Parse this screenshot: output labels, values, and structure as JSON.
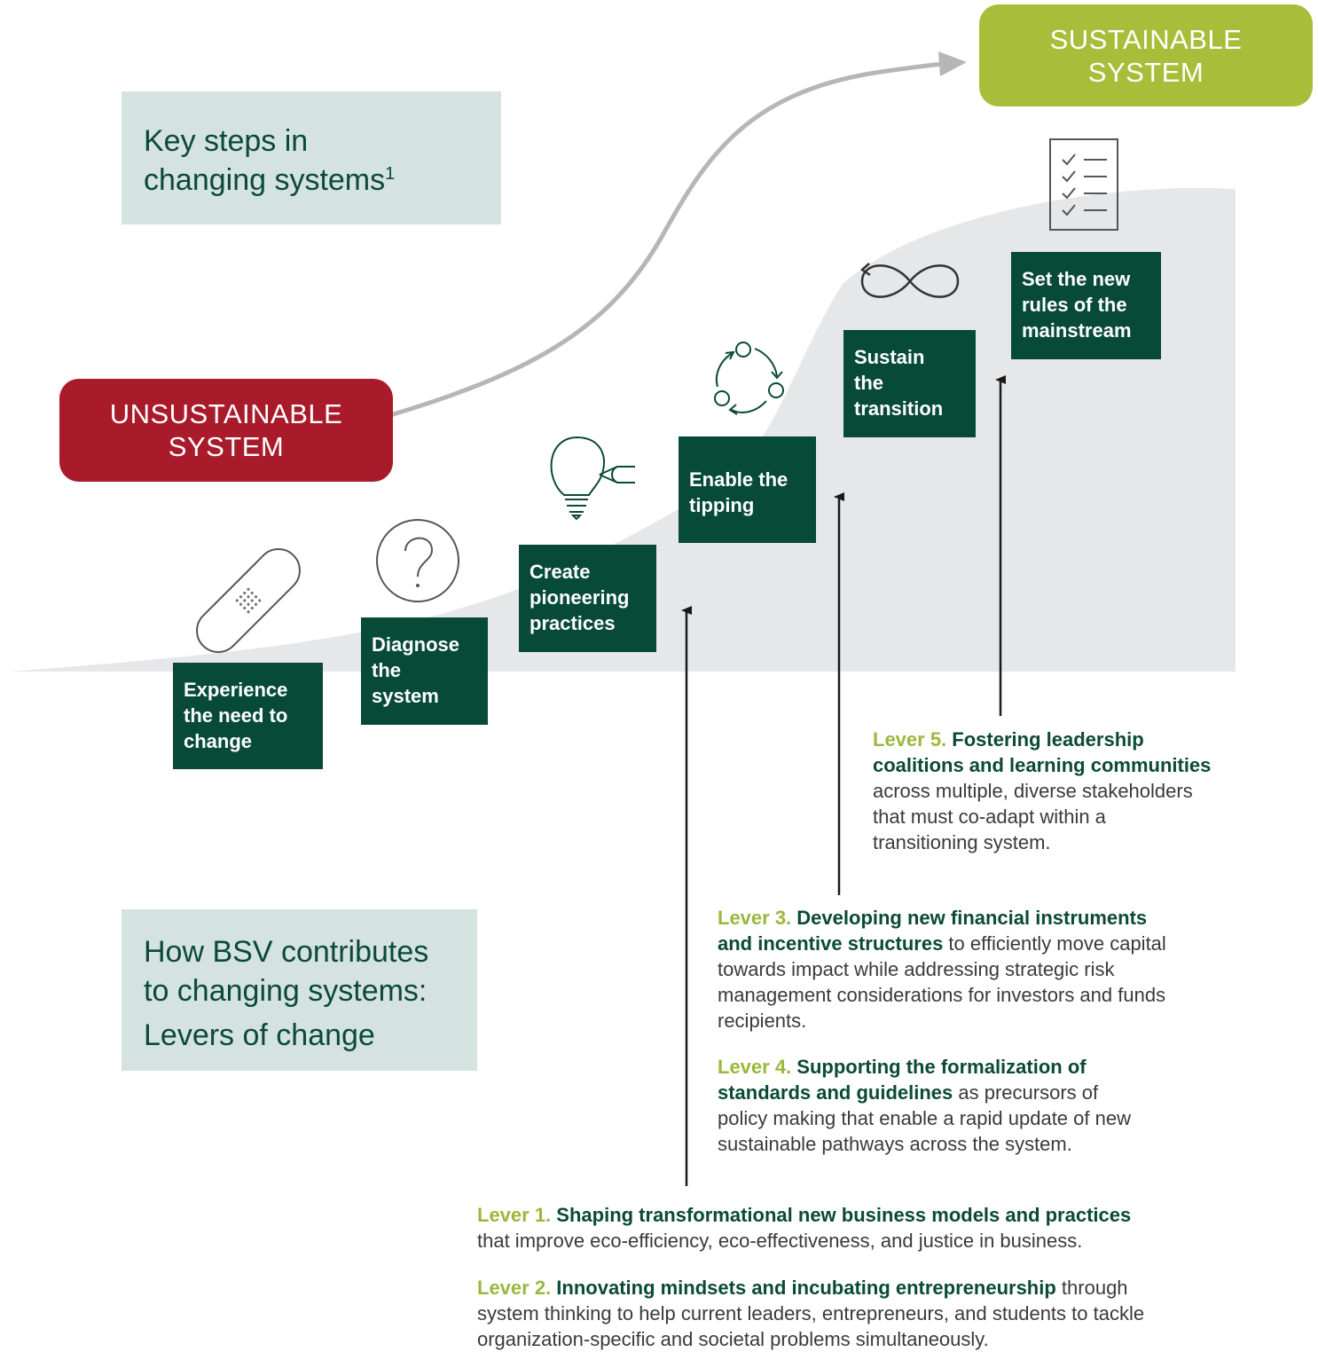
{
  "title_box": {
    "line1": "Key steps in",
    "line2": "changing systems",
    "footnote": "1"
  },
  "bsv_box": {
    "line1": "How BSV contributes",
    "line2": "to changing systems:",
    "line3": "Levers of change"
  },
  "unsustainable": {
    "line1": "UNSUSTAINABLE",
    "line2": "SYSTEM"
  },
  "sustainable": {
    "line1": "SUSTAINABLE",
    "line2": "SYSTEM"
  },
  "steps": [
    {
      "lines": [
        "Experience",
        "the need to",
        "change"
      ],
      "icon": "bandage-icon"
    },
    {
      "lines": [
        "Diagnose",
        "the",
        "system"
      ],
      "icon": "question-icon"
    },
    {
      "lines": [
        "Create",
        "pioneering",
        "practices"
      ],
      "icon": "lightbulb-icon"
    },
    {
      "lines": [
        "Enable the",
        "tipping"
      ],
      "icon": "cycle-icon"
    },
    {
      "lines": [
        "Sustain",
        "the",
        "transition"
      ],
      "icon": "infinity-icon"
    },
    {
      "lines": [
        "Set the new",
        "rules of the",
        "mainstream"
      ],
      "icon": "checklist-icon"
    }
  ],
  "levers": {
    "lever5": {
      "label": "Lever 5.",
      "head1": "Fostering leadership",
      "head2": "coalitions and learning communities",
      "body": [
        "across multiple, diverse stakeholders",
        "that must co-adapt within a",
        "transitioning system."
      ]
    },
    "lever3": {
      "label": "Lever 3.",
      "head1": "Developing new financial instruments",
      "head2": "and incentive structures",
      "tail2": " to efficiently move capital",
      "body": [
        "towards impact while addressing strategic risk",
        "management considerations for investors and funds",
        "recipients."
      ]
    },
    "lever4": {
      "label": "Lever 4.",
      "head1": "Supporting the formalization of",
      "head2": "standards and guidelines",
      "tail2": " as precursors of",
      "body": [
        "policy making that enable a rapid update of new",
        "sustainable pathways across the system."
      ]
    },
    "lever1": {
      "label": "Lever 1.",
      "head1": "Shaping transformational new business models and practices",
      "body": [
        "that improve eco-efficiency, eco-effectiveness, and justice in business."
      ]
    },
    "lever2": {
      "label": "Lever 2.",
      "head1": "Innovating mindsets and incubating entrepreneurship",
      "tail1": " through",
      "body": [
        "system thinking to help current leaders, entrepreneurs, and students to tackle",
        "organization-specific and societal problems simultaneously."
      ]
    }
  },
  "colors": {
    "dark_green": "#064a37",
    "red": "#a91b2b",
    "lime": "#a8bd3a",
    "light_teal": "#d5e3e0",
    "curve_grey": "#e6e7e9",
    "arrow_grey": "#b5b6b8"
  }
}
